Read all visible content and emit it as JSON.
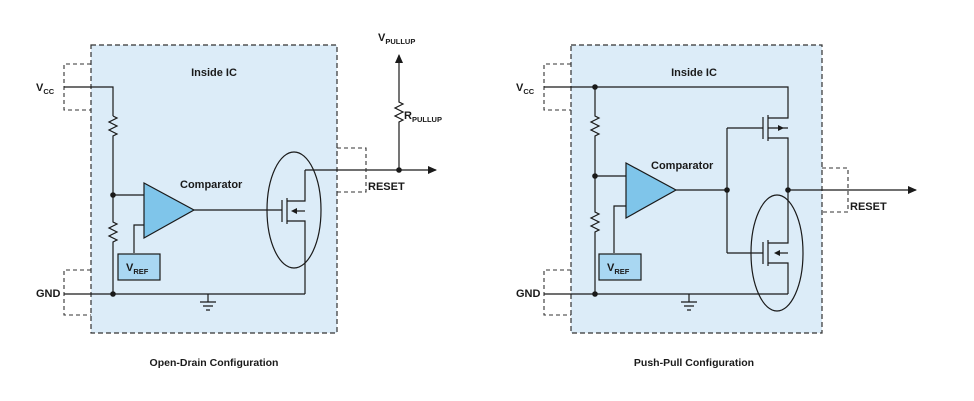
{
  "open_drain": {
    "inside_ic": "Inside IC",
    "vcc": {
      "main": "V",
      "sub": "CC"
    },
    "gnd": "GND",
    "comparator": "Comparator",
    "vref": {
      "main": "V",
      "sub": "REF"
    },
    "vpullup": {
      "main": "V",
      "sub": "PULLUP"
    },
    "rpullup": {
      "main": "R",
      "sub": "PULLUP"
    },
    "reset": "RESET",
    "caption": "Open-Drain Configuration"
  },
  "push_pull": {
    "inside_ic": "Inside IC",
    "vcc": {
      "main": "V",
      "sub": "CC"
    },
    "gnd": "GND",
    "comparator": "Comparator",
    "vref": {
      "main": "V",
      "sub": "REF"
    },
    "reset": "RESET",
    "caption": "Push-Pull Configuration"
  }
}
